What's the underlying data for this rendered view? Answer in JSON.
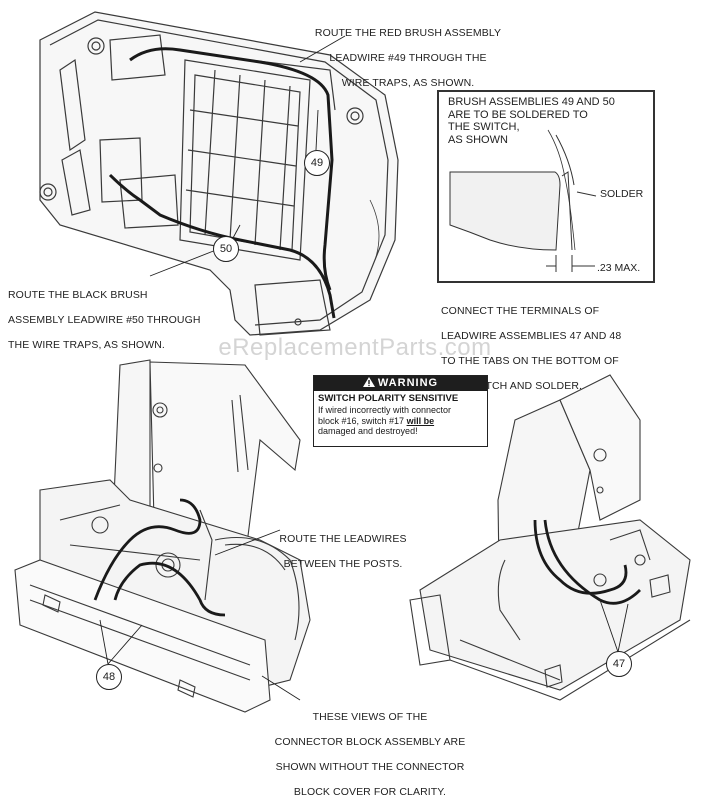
{
  "notes": {
    "route_red": [
      "ROUTE THE RED BRUSH ASSEMBLY",
      "LEADWIRE #49 THROUGH THE",
      "WIRE TRAPS, AS SHOWN."
    ],
    "route_black": [
      "ROUTE THE BLACK BRUSH",
      "ASSEMBLY LEADWIRE #50 THROUGH",
      "THE WIRE TRAPS, AS SHOWN."
    ],
    "connect_terminals": [
      "CONNECT THE TERMINALS OF",
      "LEADWIRE ASSEMBLIES 47 AND 48",
      "TO THE TABS ON THE BOTTOM OF",
      "THE SWITCH AND SOLDER."
    ],
    "route_between": [
      "ROUTE THE LEADWIRES",
      "BETWEEN THE POSTS."
    ],
    "views_note": [
      "THESE VIEWS OF THE",
      "CONNECTOR BLOCK ASSEMBLY ARE",
      "SHOWN WITHOUT THE CONNECTOR",
      "BLOCK COVER FOR CLARITY."
    ]
  },
  "solder_detail": {
    "text": [
      "BRUSH ASSEMBLIES 49 AND 50",
      "ARE TO BE SOLDERED TO",
      "THE SWITCH,",
      "AS SHOWN"
    ],
    "solder_label": "SOLDER",
    "max_label": ".23 MAX."
  },
  "warning": {
    "heading": "WARNING",
    "title": "SWITCH POLARITY SENSITIVE",
    "body_1": "If wired incorrectly with connector",
    "body_2": "block #16, switch #17 ",
    "body_emph": "will be",
    "body_3": "damaged and destroyed!"
  },
  "callouts": {
    "c49": "49",
    "c50": "50",
    "c48": "48",
    "c47": "47"
  },
  "watermark": "eReplacementParts.com",
  "icons": {
    "warning": "warning-triangle-icon"
  }
}
